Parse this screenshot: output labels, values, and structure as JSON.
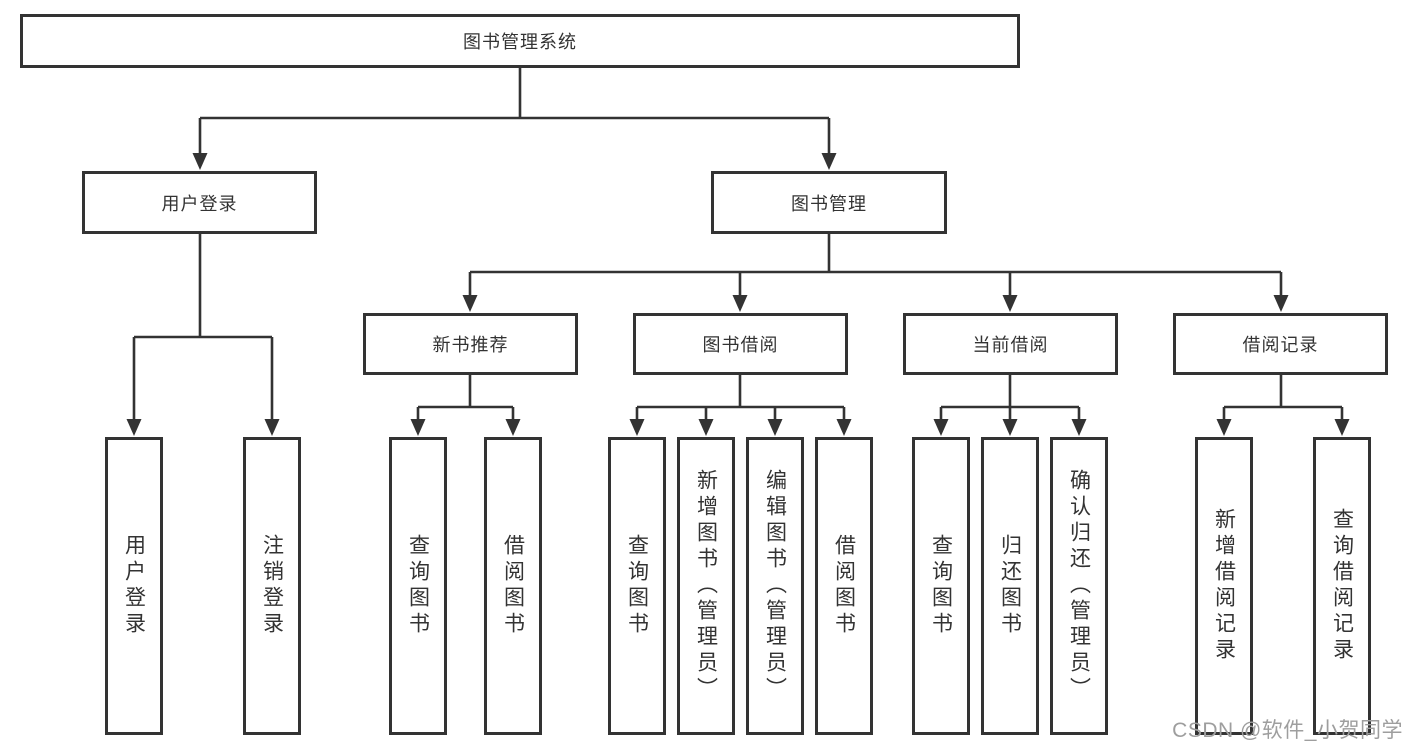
{
  "tree": {
    "root": "图书管理系统",
    "branches": [
      {
        "label": "用户登录",
        "leaves": [
          "用户登录",
          "注销登录"
        ]
      },
      {
        "label": "图书管理",
        "groups": [
          {
            "label": "新书推荐",
            "leaves": [
              "查询图书",
              "借阅图书"
            ]
          },
          {
            "label": "图书借阅",
            "leaves": [
              "查询图书",
              "新增图书（管理员）",
              "编辑图书（管理员）",
              "借阅图书"
            ]
          },
          {
            "label": "当前借阅",
            "leaves": [
              "查询图书",
              "归还图书",
              "确认归还（管理员）"
            ]
          },
          {
            "label": "借阅记录",
            "leaves": [
              "新增借阅记录",
              "查询借阅记录"
            ]
          }
        ]
      }
    ]
  },
  "watermark": {
    "text": "CSDN @软件_小贺同学"
  },
  "colors": {
    "line": "#333333",
    "text": "#333333",
    "watermark": "#9e9e9e",
    "background": "#ffffff"
  }
}
